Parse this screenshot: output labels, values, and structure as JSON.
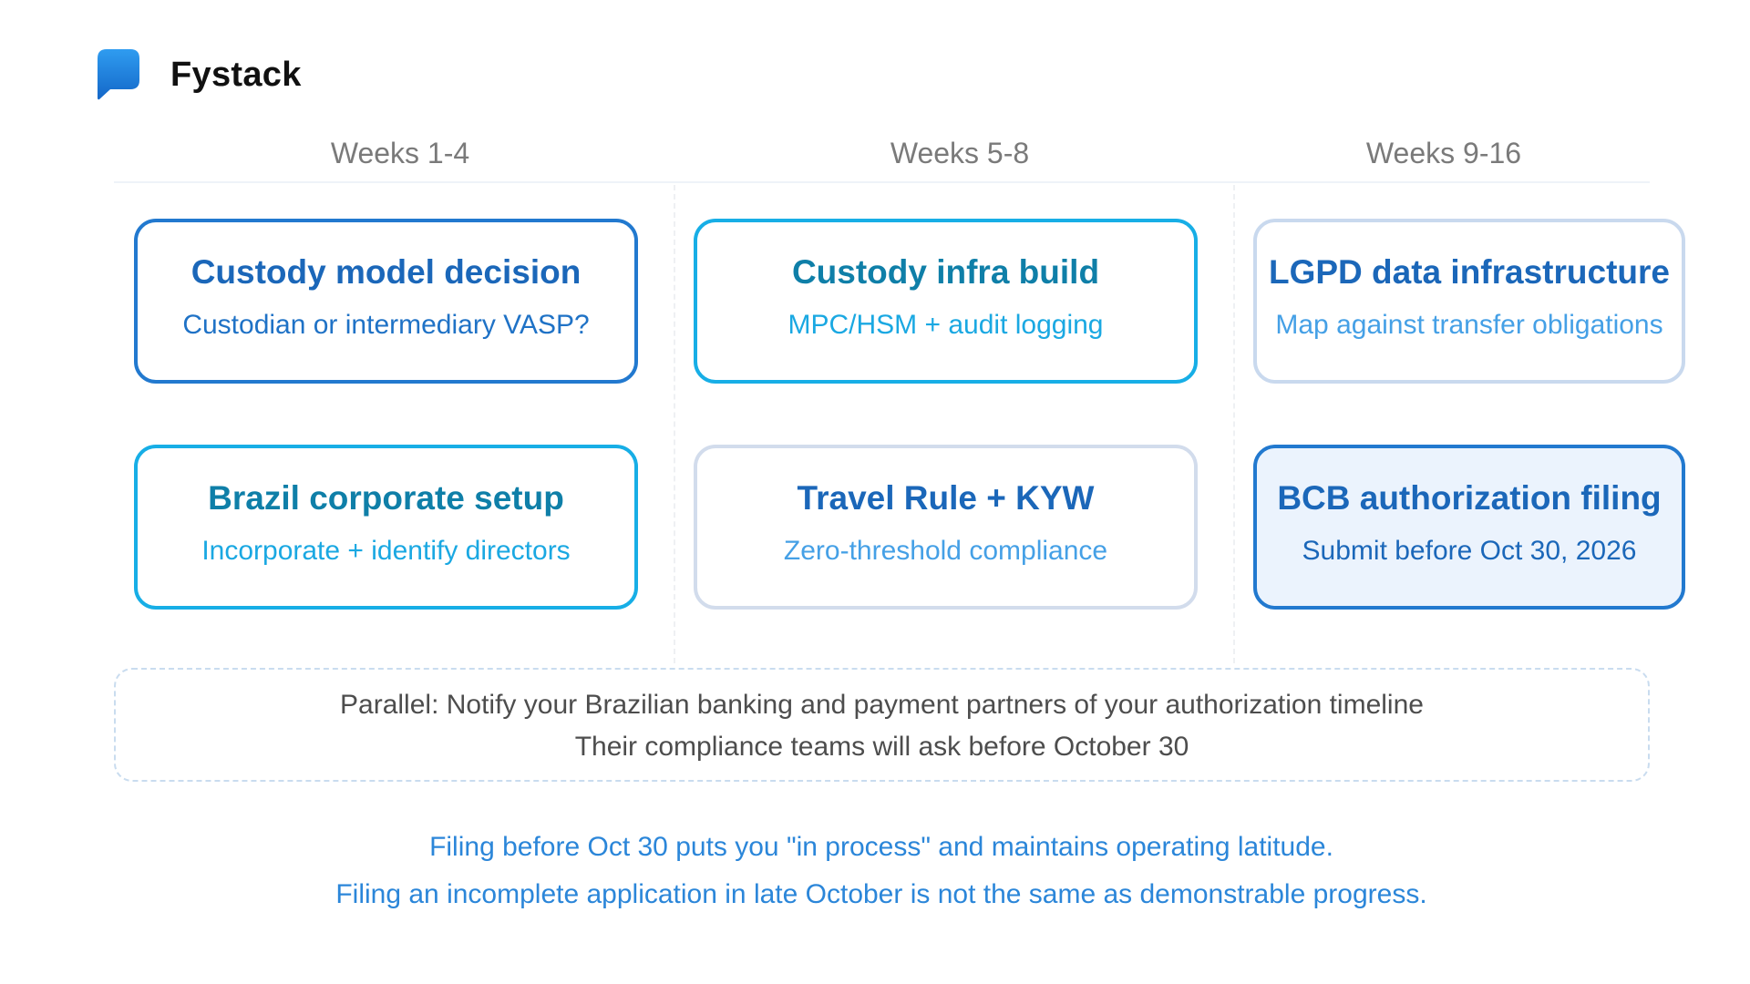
{
  "brand": {
    "name": "Fystack",
    "logo_icon": "chat-bubble-logo-icon",
    "logo_color_top": "#2f9cf0",
    "logo_color_bottom": "#1467c8"
  },
  "columns": [
    {
      "header": "Weeks 1-4"
    },
    {
      "header": "Weeks 5-8"
    },
    {
      "header": "Weeks 9-16"
    }
  ],
  "cards": {
    "custody_model": {
      "title": "Custody model decision",
      "subtitle": "Custodian or intermediary VASP?"
    },
    "custody_infra": {
      "title": "Custody infra build",
      "subtitle": "MPC/HSM + audit logging"
    },
    "lgpd": {
      "title": "LGPD data infrastructure",
      "subtitle": "Map against transfer obligations"
    },
    "brazil_corporate": {
      "title": "Brazil corporate setup",
      "subtitle": "Incorporate + identify directors"
    },
    "travel_rule": {
      "title": "Travel Rule + KYW",
      "subtitle": "Zero-threshold compliance"
    },
    "bcb_filing": {
      "title": "BCB authorization filing",
      "subtitle": "Submit before Oct 30, 2026"
    }
  },
  "parallel": {
    "line1": "Parallel: Notify your Brazilian banking and payment partners of your authorization timeline",
    "line2": "Their compliance teams will ask before October 30"
  },
  "footnotes": {
    "line1": "Filing before Oct 30 puts you \"in process\" and maintains operating latitude.",
    "line2": "Filing an incomplete application in late October is not the same as demonstrable progress."
  },
  "colors": {
    "accent_blue": "#2279cf",
    "accent_cyan": "#17aee6",
    "pale_border": "#c9d9ee",
    "filled_bg": "#ebf3fd",
    "footnote": "#2b86d9"
  }
}
